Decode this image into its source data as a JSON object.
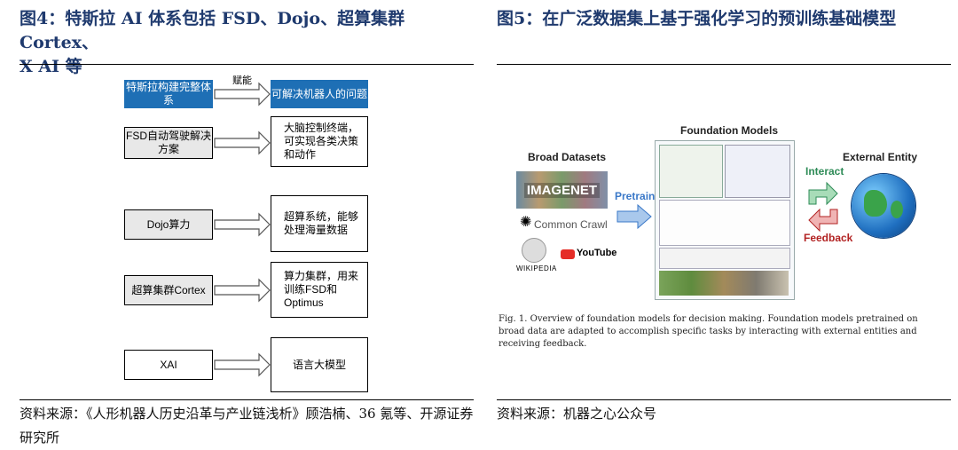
{
  "left": {
    "title_line1": "图4：特斯拉 AI 体系包括 FSD、Dojo、超算集群 Cortex、",
    "title_line2": "X AI 等",
    "arrow_label": "赋能",
    "rows": [
      {
        "left": "特斯拉构建完整体系",
        "right": "可解决机器人的问题"
      },
      {
        "left": "FSD自动驾驶解决方案",
        "right": "大脑控制终端，可实现各类决策和动作"
      },
      {
        "left": "Dojo算力",
        "right": "超算系统，能够处理海量数据"
      },
      {
        "left": "超算集群Cortex",
        "right": "算力集群，用来训练FSD和Optimus"
      },
      {
        "left": "XAI",
        "right": "语言大模型"
      }
    ],
    "source": "资料来源：《人形机器人历史沿革与产业链浅析》顾浩楠、36 氪等、开源证券研究所"
  },
  "right": {
    "title": "图5：在广泛数据集上基于强化学习的预训练基础模型",
    "diagram": {
      "broad_datasets": "Broad Datasets",
      "foundation_models": "Foundation Models",
      "external_entity": "External Entity",
      "pretrain": "Pretrain",
      "interact": "Interact",
      "feedback": "Feedback",
      "imagenet": "IMAGENET",
      "common_crawl": "Common Crawl",
      "wikipedia": "WIKIPEDIA",
      "youtube": "YouTube"
    },
    "caption": "Fig. 1.  Overview of foundation models for decision making. Foundation models pretrained on broad data are adapted to accomplish specific tasks by interacting with external entities and receiving feedback.",
    "source": "资料来源：机器之心公众号"
  },
  "colors": {
    "title": "#1f3a6e",
    "box_blue": "#1e6fb5",
    "interact": "#2e8b57",
    "feedback": "#b22222",
    "pretrain": "#3a78c8"
  }
}
